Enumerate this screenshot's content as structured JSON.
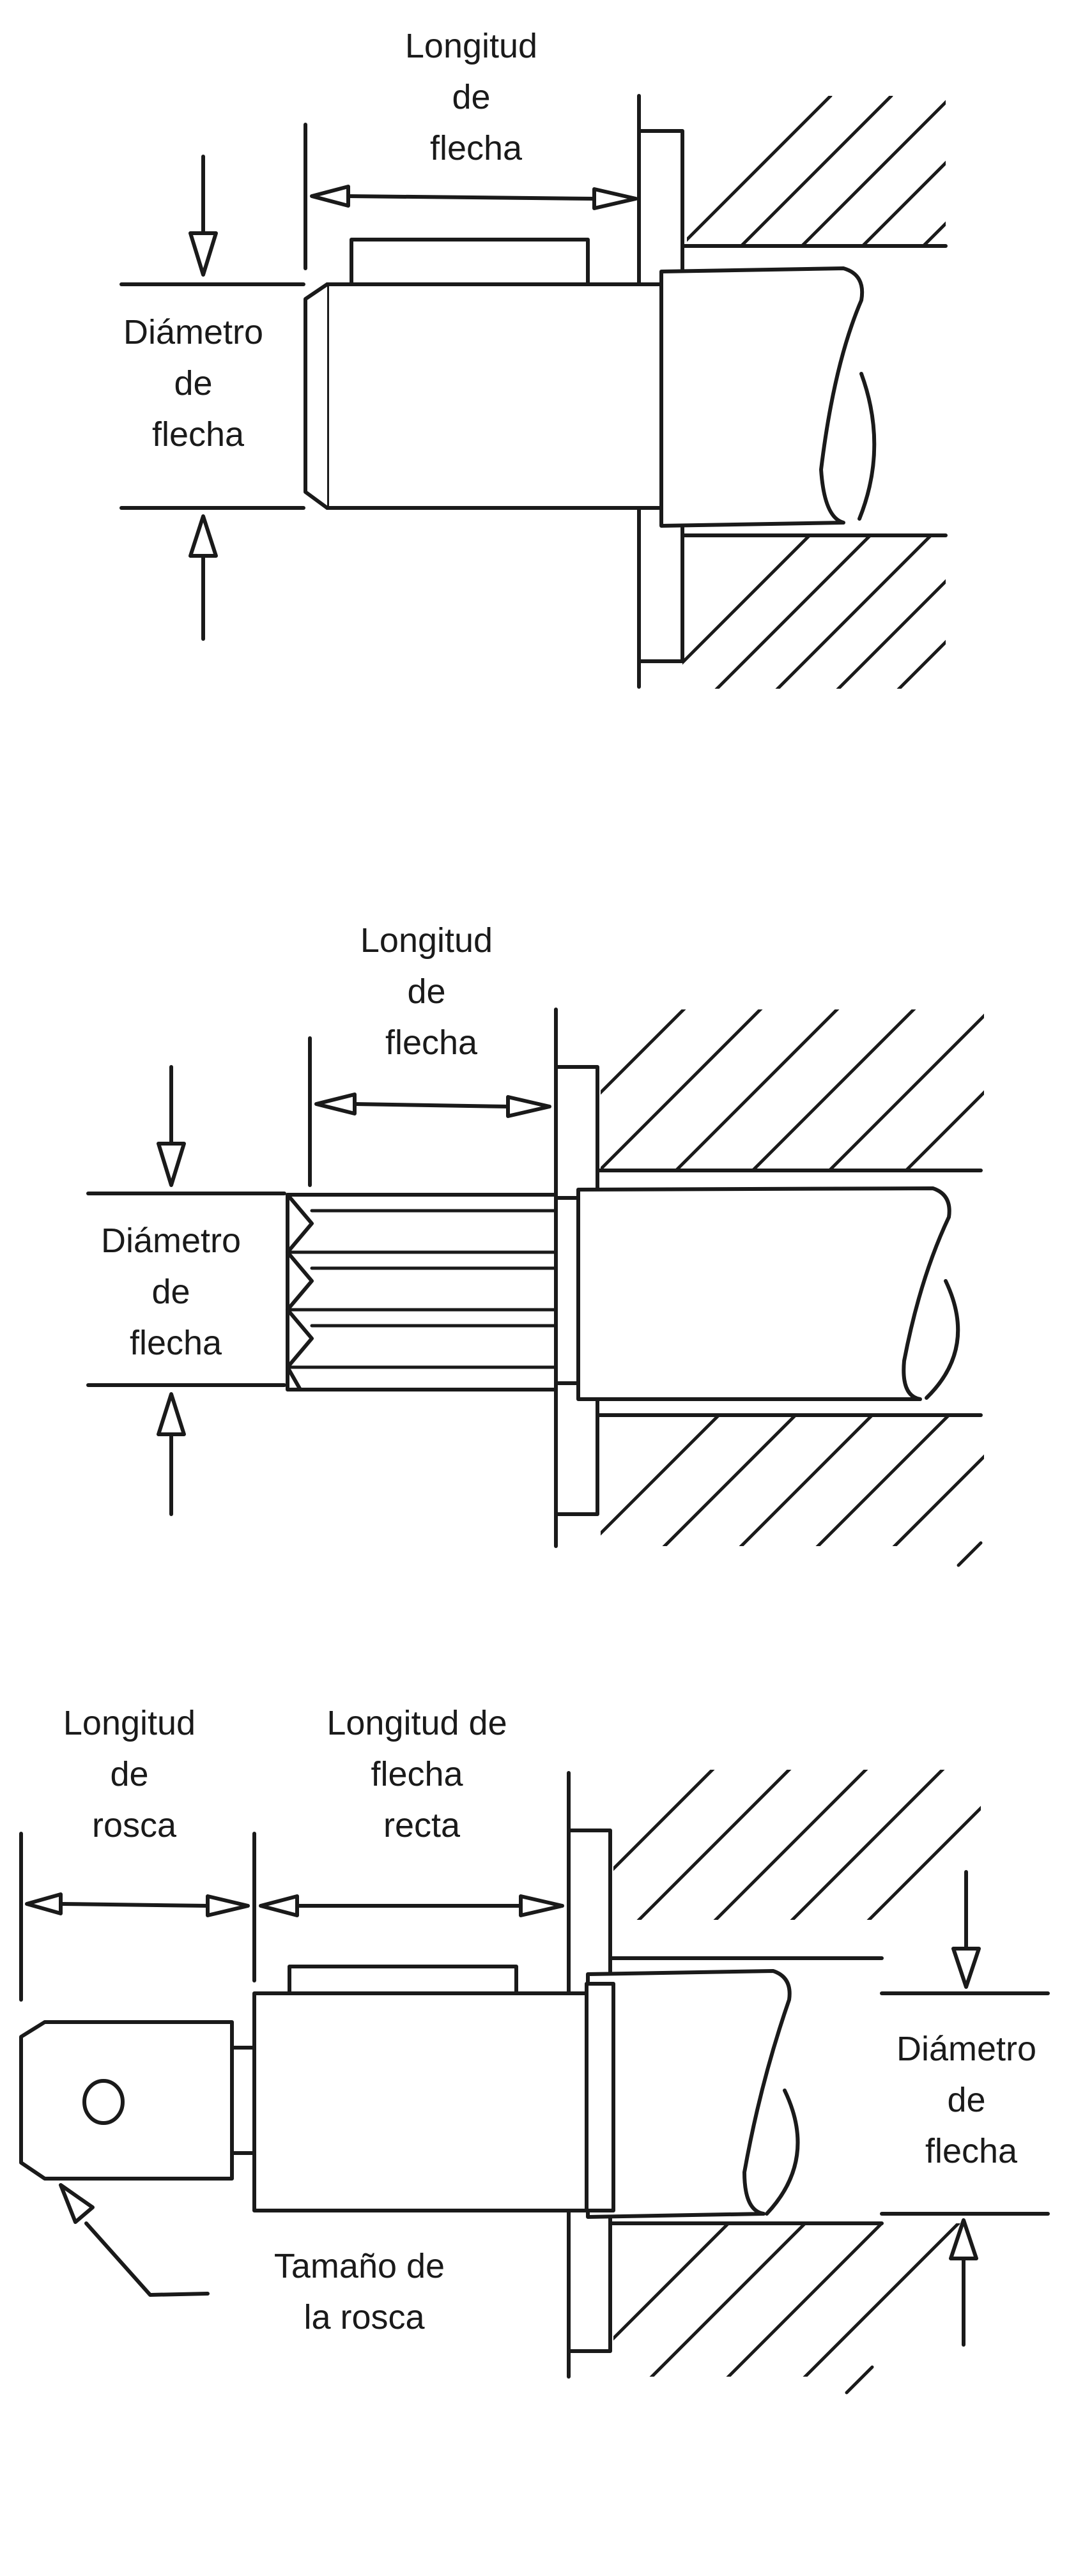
{
  "diagrams": [
    {
      "label_length": [
        "Longitud",
        "de",
        "flecha"
      ],
      "label_diameter": [
        "Diámetro",
        "de",
        "flecha"
      ]
    },
    {
      "label_length": [
        "Longitud",
        "de",
        "flecha"
      ],
      "label_diameter": [
        "Diámetro",
        "de",
        "flecha"
      ]
    },
    {
      "label_thread_length": [
        "Longitud",
        "de",
        "rosca"
      ],
      "label_straight_length": [
        "Longitud de",
        "flecha",
        "recta"
      ],
      "label_diameter": [
        "Diámetro",
        "de",
        "flecha"
      ],
      "label_thread_size": [
        "Tamaño de",
        "la rosca"
      ]
    }
  ]
}
